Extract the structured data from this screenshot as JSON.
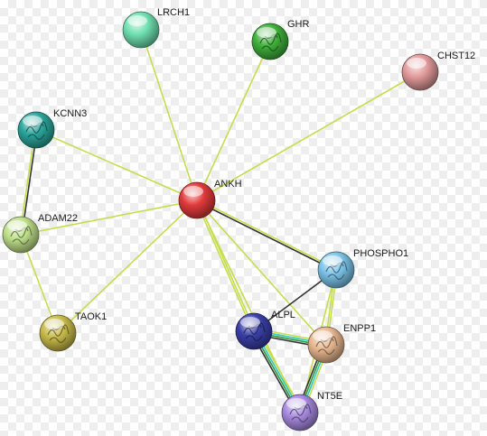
{
  "nodes": [
    {
      "id": "LRCH1",
      "label": "LRCH1",
      "color": "#6fe0b0",
      "structure": false
    },
    {
      "id": "GHR",
      "label": "GHR",
      "color": "#3fb03a",
      "structure": true
    },
    {
      "id": "CHST12",
      "label": "CHST12",
      "color": "#e29a9a",
      "structure": false
    },
    {
      "id": "KCNN3",
      "label": "KCNN3",
      "color": "#2aa59b",
      "structure": true
    },
    {
      "id": "ANKH",
      "label": "ANKH",
      "color": "#e23a3a",
      "structure": false
    },
    {
      "id": "ADAM22",
      "label": "ADAM22",
      "color": "#bfe08a",
      "structure": true
    },
    {
      "id": "PHOSPHO1",
      "label": "PHOSPHO1",
      "color": "#7cc3e8",
      "structure": true
    },
    {
      "id": "TAOK1",
      "label": "TAOK1",
      "color": "#c8bb4a",
      "structure": true
    },
    {
      "id": "ALPL",
      "label": "ALPL",
      "color": "#3a3fa8",
      "structure": true
    },
    {
      "id": "ENPP1",
      "label": "ENPP1",
      "color": "#e8b890",
      "structure": true
    },
    {
      "id": "NT5E",
      "label": "NT5E",
      "color": "#a88ae0",
      "structure": true
    }
  ],
  "edges": [
    {
      "source": "ANKH",
      "target": "LRCH1",
      "colors": [
        "#c6dd4a"
      ]
    },
    {
      "source": "ANKH",
      "target": "GHR",
      "colors": [
        "#c6dd4a"
      ]
    },
    {
      "source": "ANKH",
      "target": "CHST12",
      "colors": [
        "#c6dd4a"
      ]
    },
    {
      "source": "ANKH",
      "target": "KCNN3",
      "colors": [
        "#c6dd4a"
      ]
    },
    {
      "source": "ANKH",
      "target": "ADAM22",
      "colors": [
        "#c6dd4a"
      ]
    },
    {
      "source": "ANKH",
      "target": "TAOK1",
      "colors": [
        "#c6dd4a"
      ]
    },
    {
      "source": "ANKH",
      "target": "PHOSPHO1",
      "colors": [
        "#c6dd4a",
        "#333333"
      ]
    },
    {
      "source": "ANKH",
      "target": "ALPL",
      "colors": [
        "#c6dd4a",
        "#c6dd4a"
      ]
    },
    {
      "source": "ANKH",
      "target": "ENPP1",
      "colors": [
        "#c6dd4a"
      ]
    },
    {
      "source": "ANKH",
      "target": "NT5E",
      "colors": [
        "#c6dd4a"
      ]
    },
    {
      "source": "KCNN3",
      "target": "ADAM22",
      "colors": [
        "#333333",
        "#c6dd4a"
      ]
    },
    {
      "source": "ADAM22",
      "target": "TAOK1",
      "colors": [
        "#c6dd4a"
      ]
    },
    {
      "source": "PHOSPHO1",
      "target": "ALPL",
      "colors": [
        "#333333"
      ]
    },
    {
      "source": "PHOSPHO1",
      "target": "ENPP1",
      "colors": [
        "#c6dd4a",
        "#c6dd4a"
      ]
    },
    {
      "source": "PHOSPHO1",
      "target": "NT5E",
      "colors": [
        "#c6dd4a"
      ]
    },
    {
      "source": "ALPL",
      "target": "ENPP1",
      "colors": [
        "#c6dd4a",
        "#35c7c0",
        "#2e9a3a",
        "#333333"
      ]
    },
    {
      "source": "ALPL",
      "target": "NT5E",
      "colors": [
        "#c6dd4a",
        "#35c7c0",
        "#2e9a3a",
        "#333333"
      ]
    },
    {
      "source": "ENPP1",
      "target": "NT5E",
      "colors": [
        "#c6dd4a",
        "#35c7c0",
        "#2e9a3a",
        "#333333"
      ]
    }
  ]
}
